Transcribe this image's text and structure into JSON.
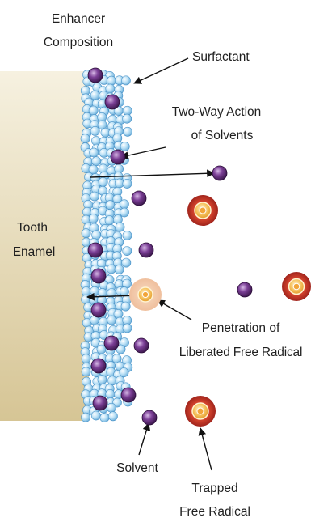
{
  "labels": {
    "enhancer_line1": "Enhancer",
    "enhancer_line2": "Composition",
    "surfactant": "Surfactant",
    "two_way_line1": "Two-Way Action",
    "two_way_line2": "of Solvents",
    "tooth_line1": "Tooth",
    "tooth_line2": "Enamel",
    "penetration_line1": "Penetration of",
    "penetration_line2": "Liberated Free Radical",
    "solvent": "Solvent",
    "trapped_line1": "Trapped",
    "trapped_line2": "Free Radical"
  },
  "colors": {
    "enamel_top": "#f4efdc",
    "enamel_bottom": "#d8c99b",
    "surfactant_bead": "#a9d6f2",
    "solvent_molecule": "#5a2a6e",
    "trapped_radical_outer": "#c0392b",
    "trapped_radical_core": "#f3b347",
    "liberated_radical_halo": "#f2c7a8"
  }
}
